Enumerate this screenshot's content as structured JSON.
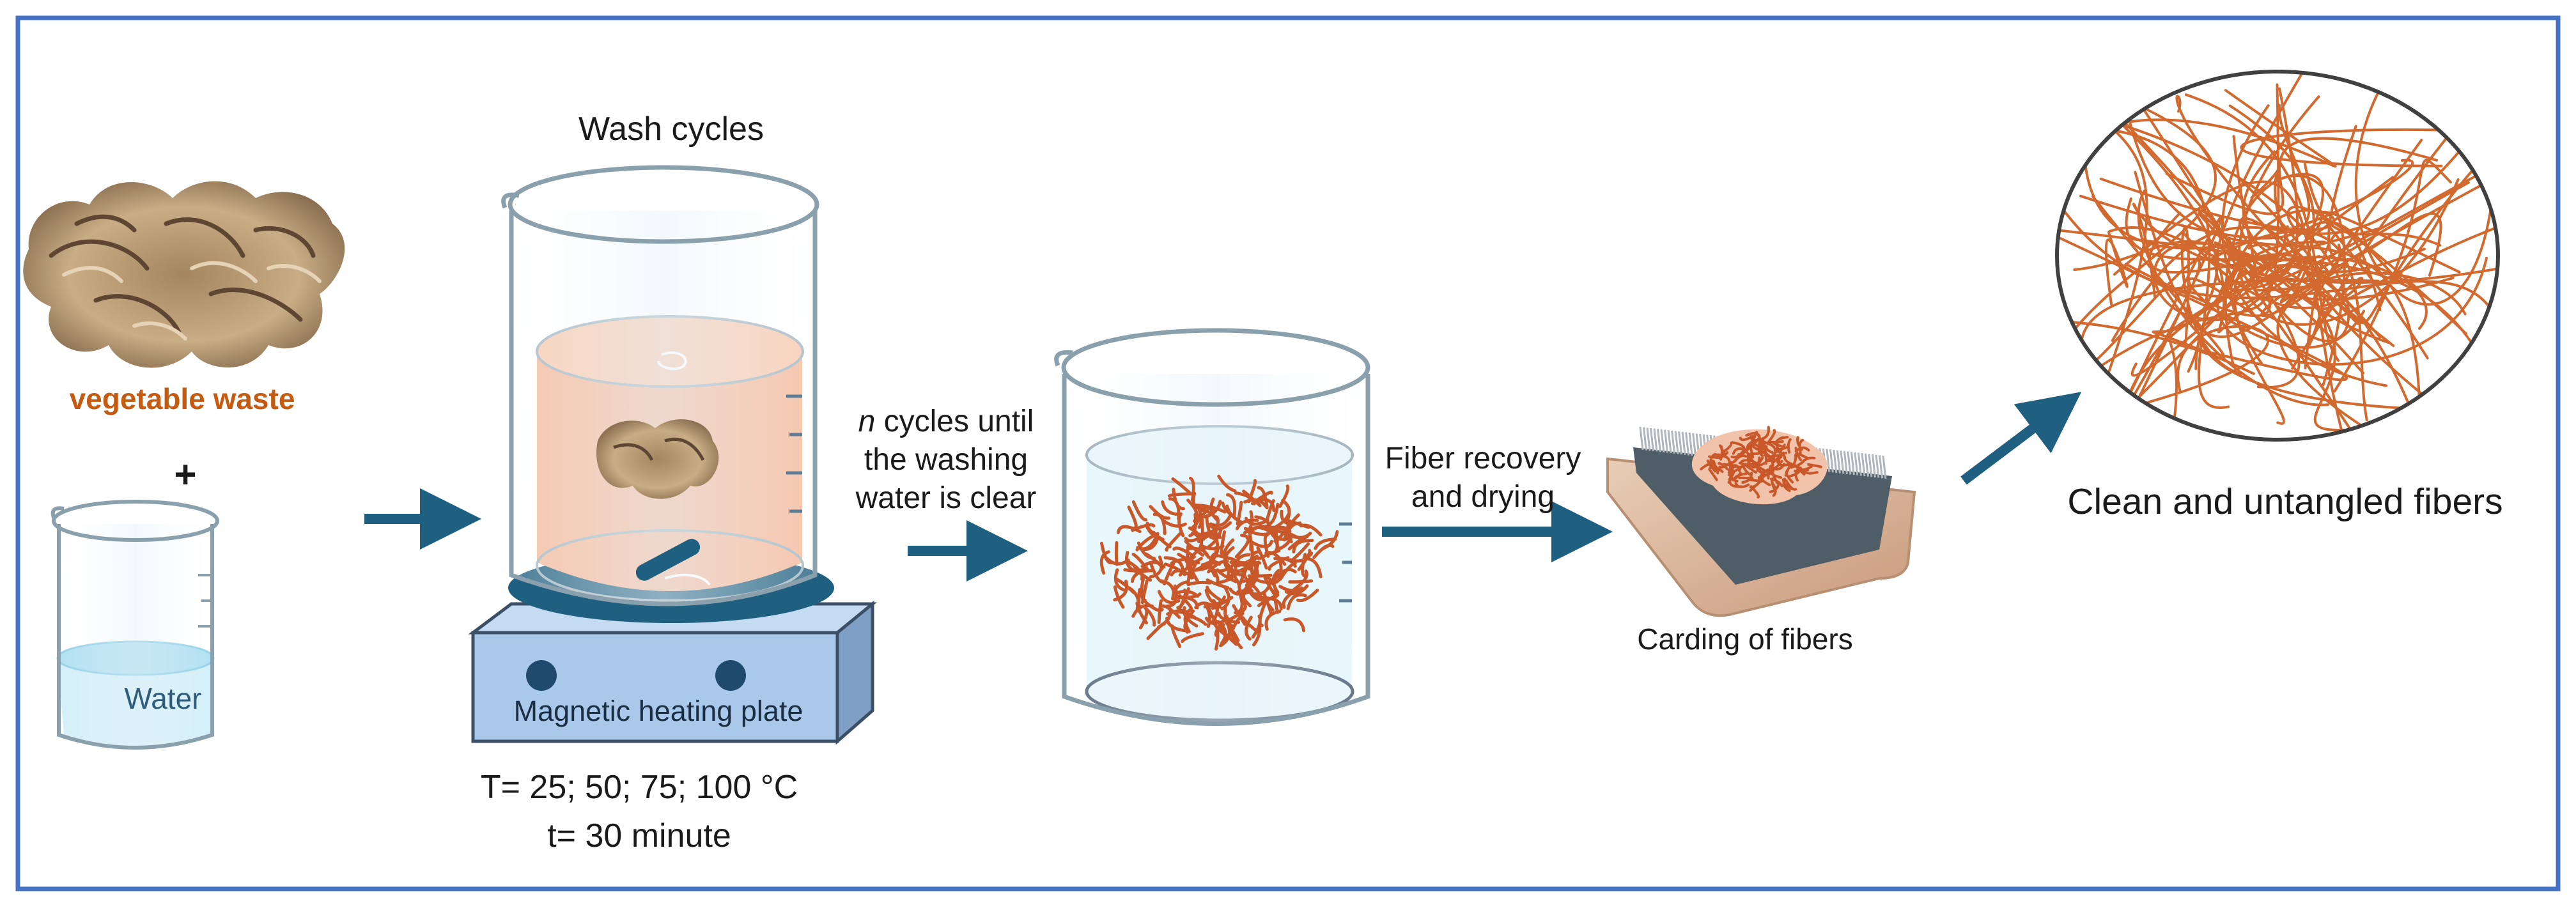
{
  "steps": {
    "vegetable_waste": "vegetable waste",
    "plus": "+",
    "water": "Water",
    "wash_cycles": "Wash cycles",
    "plate": "Magnetic heating plate",
    "temperature": "T= 25; 50; 75; 100 °C",
    "time": "t= 30 minute",
    "n_italic": "n",
    "cycles_line1": " cycles until",
    "cycles_line2": "the washing",
    "cycles_line3": "water is clear",
    "recovery_line1": "Fiber recovery",
    "recovery_line2": "and drying",
    "carding": "Carding of fibers",
    "clean": "Clean and untangled fibers"
  },
  "colors": {
    "frame": "#4472c4",
    "arrow": "#1f5f7f",
    "waste_text": "#c55a11",
    "fiber": "#c8582a",
    "wash_liquid": "#f2b89a",
    "water": "#c9ecf6",
    "plate": "#a9c8ea"
  }
}
